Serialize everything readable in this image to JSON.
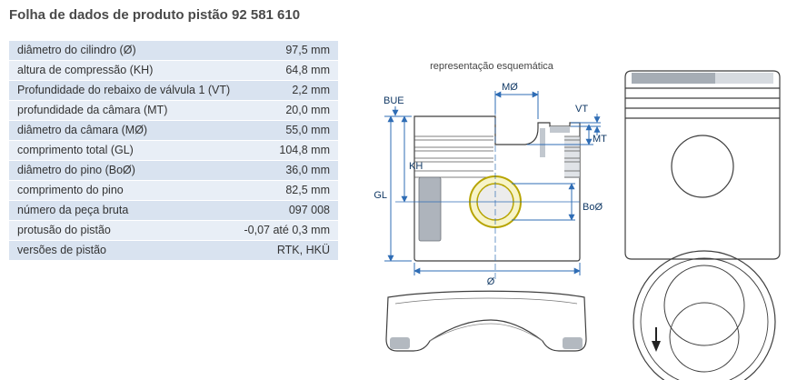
{
  "page": {
    "title": "Folha de dados de produto pistão 92 581 610"
  },
  "table": {
    "rows": [
      {
        "label": "diâmetro do cilindro (Ø)",
        "value": "97,5 mm"
      },
      {
        "label": "altura de compressão (KH)",
        "value": "64,8 mm"
      },
      {
        "label": "Profundidade do rebaixo de válvula 1 (VT)",
        "value": "2,2 mm"
      },
      {
        "label": "profundidade da câmara (MT)",
        "value": "20,0 mm"
      },
      {
        "label": "diâmetro da câmara (MØ)",
        "value": "55,0 mm"
      },
      {
        "label": "comprimento total (GL)",
        "value": "104,8 mm"
      },
      {
        "label": "diâmetro do pino (BoØ)",
        "value": "36,0 mm"
      },
      {
        "label": "comprimento do pino",
        "value": "82,5 mm"
      },
      {
        "label": "número da peça bruta",
        "value": "097 008"
      },
      {
        "label": "protusão do pistão",
        "value": "-0,07 até 0,3 mm"
      },
      {
        "label": "versões de pistão",
        "value": "RTK, HKÜ"
      }
    ]
  },
  "schematic": {
    "caption": "representação esquemática",
    "labels": {
      "bue": "BUE",
      "mo": "MØ",
      "vt": "VT",
      "mt": "MT",
      "kh": "KH",
      "gl": "GL",
      "boo": "BoØ",
      "diameter": "Ø"
    },
    "colors": {
      "dimension_blue": "#2f6db5",
      "row_odd": "#d9e3f0",
      "row_even": "#e8eef6",
      "pin_highlight": "#b7a400"
    }
  }
}
